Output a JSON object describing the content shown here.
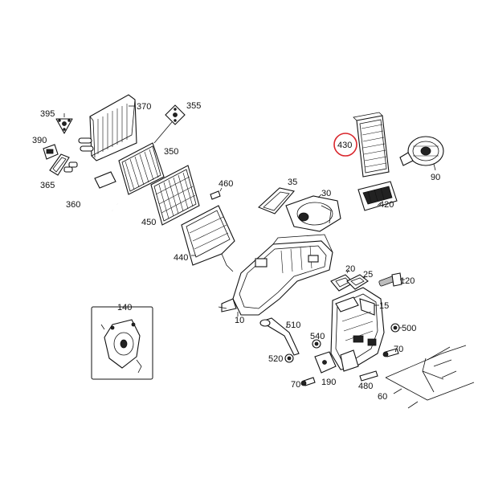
{
  "callouts": {
    "p395": "395",
    "p370": "370",
    "p355": "355",
    "p390": "390",
    "p350": "350",
    "p365": "365",
    "p360": "360",
    "p460": "460",
    "p450": "450",
    "p440": "440",
    "p35": "35",
    "p30": "30",
    "p430": "430",
    "p90": "90",
    "p420": "420",
    "p20": "20",
    "p25": "25",
    "p120": "120",
    "p15": "15",
    "p140": "140",
    "p10": "10",
    "p510": "510",
    "p500": "500",
    "p540": "540",
    "p520": "520",
    "p70a": "70",
    "p70b": "70",
    "p190": "190",
    "p480": "480",
    "p60": "60"
  },
  "colors": {
    "highlight_ring": "#d9262c",
    "line": "#111111",
    "background": "#ffffff"
  }
}
